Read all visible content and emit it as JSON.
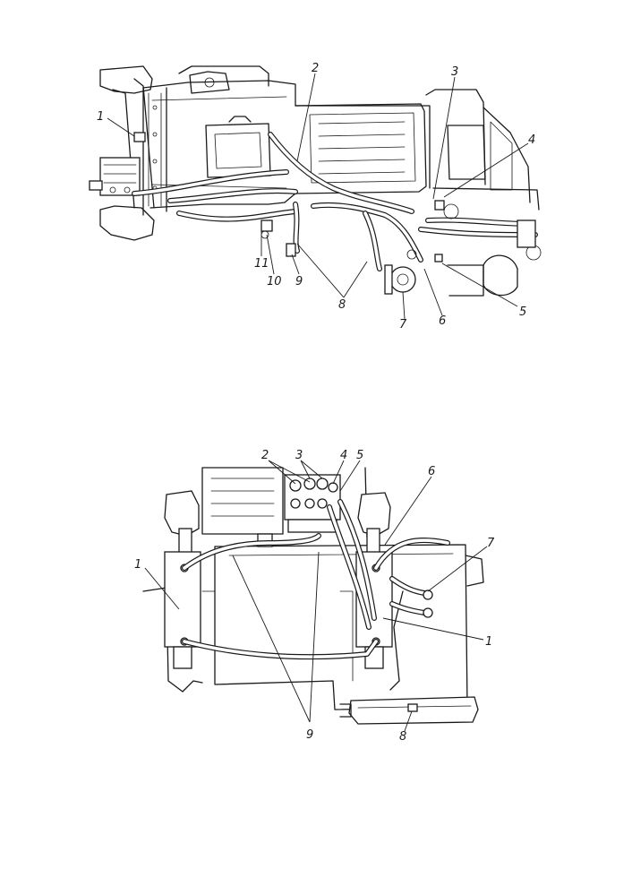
{
  "figure_top": {
    "callouts": [
      "1",
      "2",
      "3",
      "4",
      "5",
      "6",
      "7",
      "8",
      "9",
      "10",
      "11"
    ]
  },
  "figure_bottom": {
    "callouts": [
      "1",
      "2",
      "3",
      "4",
      "5",
      "6",
      "7",
      "1",
      "8",
      "9"
    ]
  }
}
